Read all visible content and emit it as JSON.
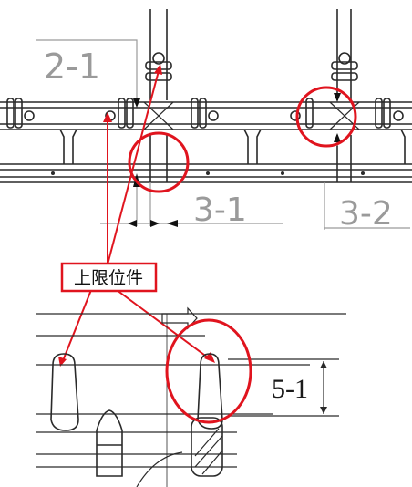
{
  "labels": {
    "dim_2_1": "2-1",
    "dim_3_1": "3-1",
    "dim_3_2": "3-2",
    "dim_5_1": "5-1",
    "callout": "上限位件"
  },
  "colors": {
    "line": "#2a2a2a",
    "annotation_red": "#e0141e",
    "dim_gray": "#9a9a9a"
  },
  "icons": {
    "arrow_right": "outline-arrow-right-icon"
  }
}
